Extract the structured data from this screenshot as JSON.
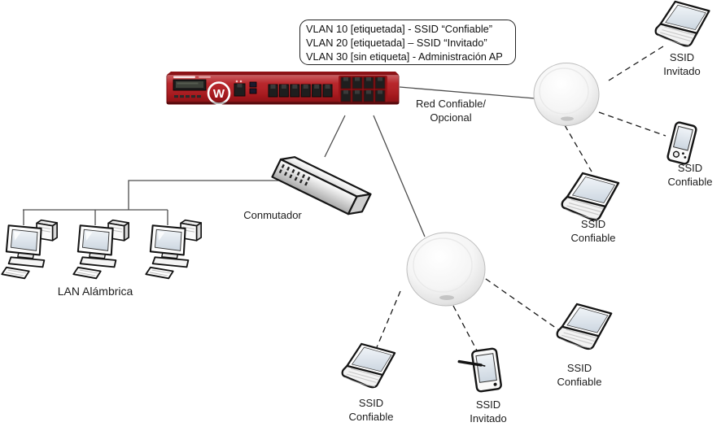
{
  "callout": {
    "line1": "VLAN 10 [etiquetada] - SSID “Confiable”",
    "line2": "VLAN 20 [etiquetada] – SSID “Invitado”",
    "line3": "VLAN 30 [sin etiqueta] - Administración AP"
  },
  "firewall": {
    "logo_letter": "W"
  },
  "labels": {
    "network": {
      "l1": "Red Confiable/",
      "l2": "Opcional"
    },
    "switch": "Conmutador",
    "wired_lan": "LAN Alámbrica"
  },
  "clients": {
    "top_laptop": {
      "l1": "SSID",
      "l2": "Invitado"
    },
    "right_phone": {
      "l1": "SSID",
      "l2": "Confiable"
    },
    "mid_laptop": {
      "l1": "SSID",
      "l2": "Confiable"
    },
    "bottom_left_laptop": {
      "l1": "SSID",
      "l2": "Confiable"
    },
    "bottom_tablet": {
      "l1": "SSID",
      "l2": "Invitado"
    },
    "bottom_right_laptop": {
      "l1": "SSID",
      "l2": "Confiable"
    }
  },
  "colors": {
    "firewall_red": "#b3191e",
    "firewall_dark_red": "#8e1216",
    "connection_line": "#4d4d4d",
    "wireless_dash_line": "#1a1a1a",
    "label_text": "#1c1c1c"
  }
}
